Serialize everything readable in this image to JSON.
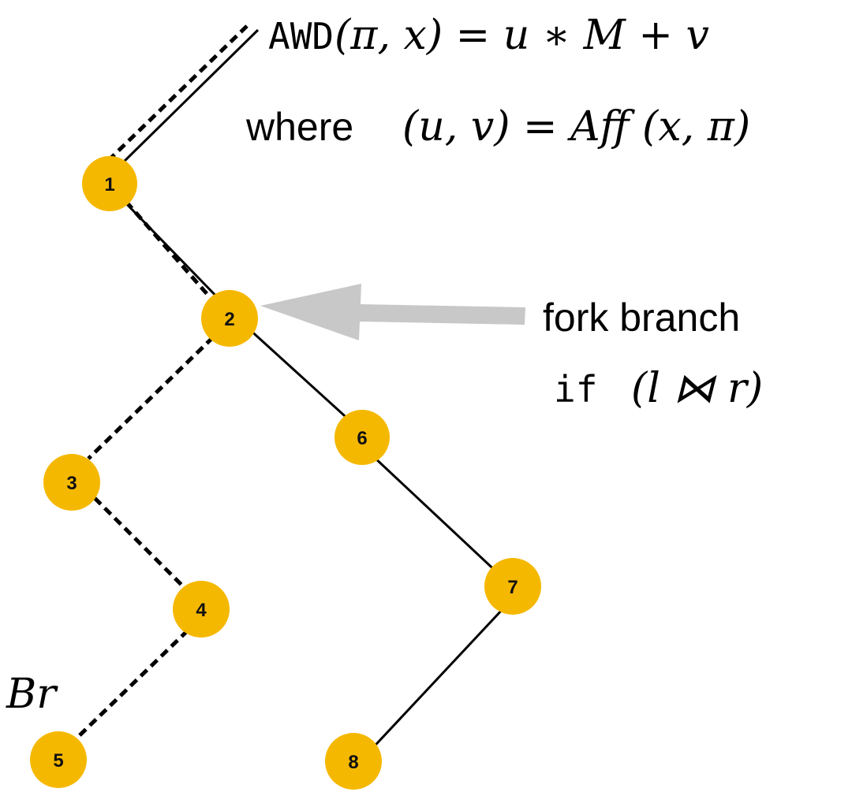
{
  "diagram": {
    "nodes": [
      {
        "id": "1",
        "label": "1"
      },
      {
        "id": "2",
        "label": "2"
      },
      {
        "id": "3",
        "label": "3"
      },
      {
        "id": "4",
        "label": "4"
      },
      {
        "id": "5",
        "label": "5"
      },
      {
        "id": "6",
        "label": "6"
      },
      {
        "id": "7",
        "label": "7"
      },
      {
        "id": "8",
        "label": "8"
      }
    ],
    "edges_solid": [
      [
        "root",
        "1"
      ],
      [
        "1",
        "2"
      ],
      [
        "2",
        "6"
      ],
      [
        "6",
        "7"
      ],
      [
        "7",
        "8"
      ]
    ],
    "edges_dashed": [
      [
        "root",
        "1"
      ],
      [
        "1",
        "2"
      ],
      [
        "2",
        "3"
      ],
      [
        "3",
        "4"
      ],
      [
        "4",
        "5"
      ]
    ],
    "colors": {
      "node_fill": "#F5B800",
      "edge": "#000000",
      "arrow": "#C8C8C8"
    }
  },
  "annotations": {
    "awd_prefix": "AWD",
    "awd_args": "(π, x) = u ∗ M + v",
    "where_word": "where",
    "where_formula": "(u, v) = Aff (x, π)",
    "fork_label": "fork branch",
    "if_keyword": "if",
    "if_condition": "(l ⋈ r)",
    "branch_label": "Br"
  }
}
